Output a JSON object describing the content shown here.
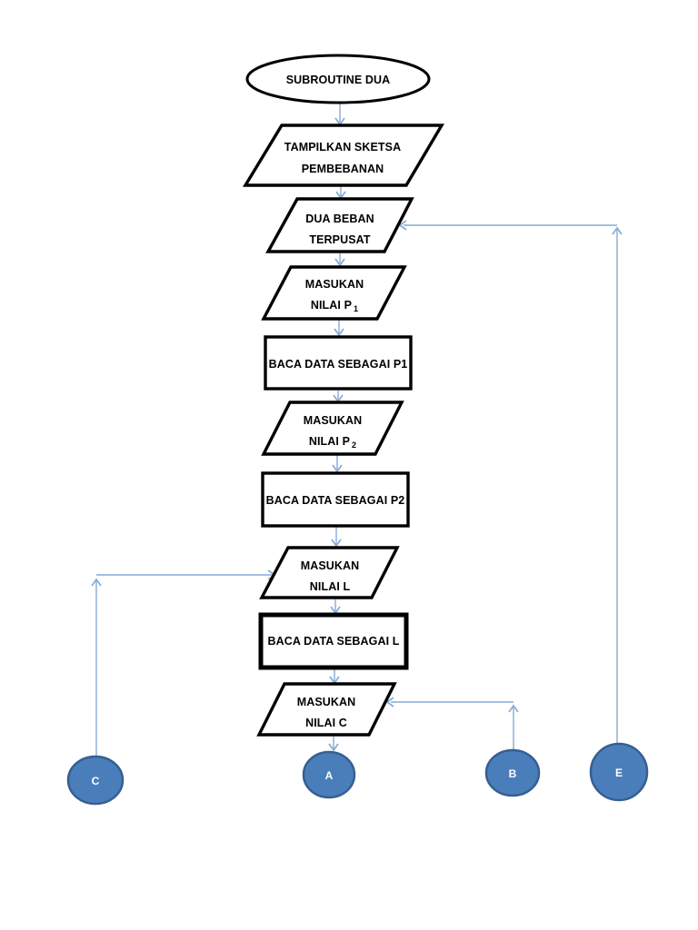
{
  "page": {
    "background": "#ffffff"
  },
  "flowchart": {
    "nodes": {
      "start": {
        "type": "terminator",
        "label": "SUBROUTINE DUA"
      },
      "tampilkan": {
        "type": "input-output",
        "line1": "TAMPILKAN SKETSA",
        "line2": "PEMBEBANAN"
      },
      "dua_beban": {
        "type": "input-output",
        "line1": "DUA BEBAN",
        "line2": "TERPUSAT"
      },
      "masukan_p1": {
        "type": "input-output",
        "line1": "MASUKAN",
        "line2": "NILAI P",
        "line2_sub": "1"
      },
      "baca_p1": {
        "type": "process",
        "label": "BACA DATA SEBAGAI P1"
      },
      "masukan_p2": {
        "type": "input-output",
        "line1": "MASUKAN",
        "line2": "NILAI P",
        "line2_sub": "2"
      },
      "baca_p2": {
        "type": "process",
        "label": "BACA DATA SEBAGAI P2"
      },
      "masukan_l": {
        "type": "input-output",
        "line1": "MASUKAN",
        "line2": "NILAI L"
      },
      "baca_l": {
        "type": "process",
        "label": "BACA DATA SEBAGAI L"
      },
      "masukan_c": {
        "type": "input-output",
        "line1": "MASUKAN",
        "line2": "NILAI C"
      }
    },
    "offpage_connectors": {
      "c": {
        "label": "C"
      },
      "a": {
        "label": "A"
      },
      "b": {
        "label": "B"
      },
      "e": {
        "label": "E"
      }
    },
    "colors": {
      "shape_border": "#000000",
      "shape_fill": "#ffffff",
      "shape_text": "#000000",
      "connector_line": "#85abd5",
      "circle_fill": "#4a7ebb",
      "circle_border": "#365f91",
      "circle_text": "#ffffff"
    }
  }
}
